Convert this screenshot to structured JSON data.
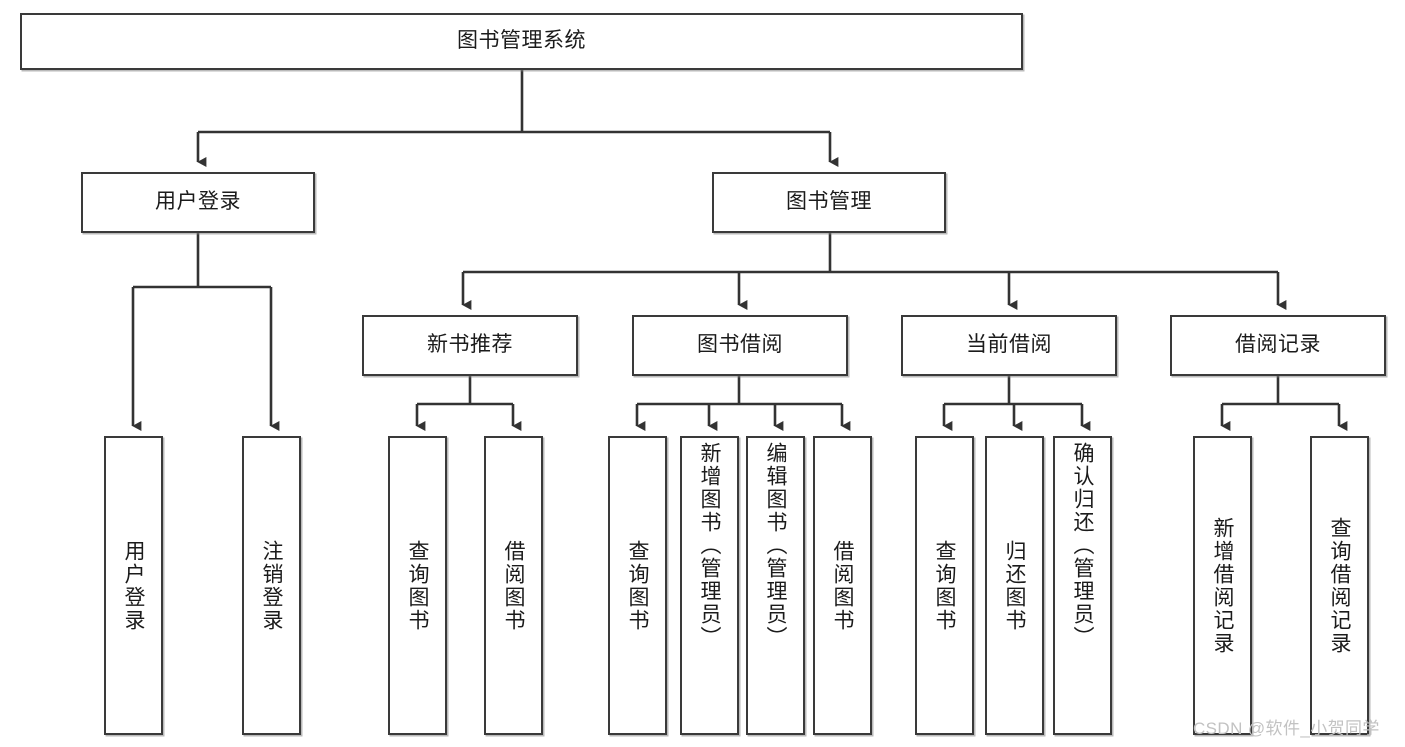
{
  "diagram": {
    "title": "图书管理系统",
    "type": "function-structure-tree",
    "watermark": "CSDN @软件_小贺同学",
    "colors": {
      "box_border": "#3a3a3a",
      "box_fill": "#ffffff",
      "connector": "#333333",
      "text": "#1b1b1b",
      "watermark": "#c2c2c2"
    },
    "levels": {
      "level1_label": "图书管理系统",
      "level2": [
        "用户登录",
        "图书管理"
      ],
      "level3": [
        "新书推荐",
        "图书借阅",
        "当前借阅",
        "借阅记录"
      ]
    },
    "nodes": {
      "root": {
        "label": "图书管理系统"
      },
      "user_login": {
        "label": "用户登录"
      },
      "book_manage": {
        "label": "图书管理"
      },
      "new_book_rec": {
        "label": "新书推荐"
      },
      "book_borrow": {
        "label": "图书借阅"
      },
      "current_borrow": {
        "label": "当前借阅"
      },
      "borrow_record": {
        "label": "借阅记录"
      }
    },
    "leaves": {
      "user_login_children": [
        {
          "label": "用户登录"
        },
        {
          "label": "注销登录"
        }
      ],
      "new_book_rec_children": [
        {
          "label": "查询图书"
        },
        {
          "label": "借阅图书"
        }
      ],
      "book_borrow_children": [
        {
          "label": "查询图书"
        },
        {
          "label": "新增图书（管理员）"
        },
        {
          "label": "编辑图书（管理员）"
        },
        {
          "label": "借阅图书"
        }
      ],
      "current_borrow_children": [
        {
          "label": "查询图书"
        },
        {
          "label": "归还图书"
        },
        {
          "label": "确认归还（管理员）"
        }
      ],
      "borrow_record_children": [
        {
          "label": "新增借阅记录"
        },
        {
          "label": "查询借阅记录"
        }
      ]
    }
  }
}
